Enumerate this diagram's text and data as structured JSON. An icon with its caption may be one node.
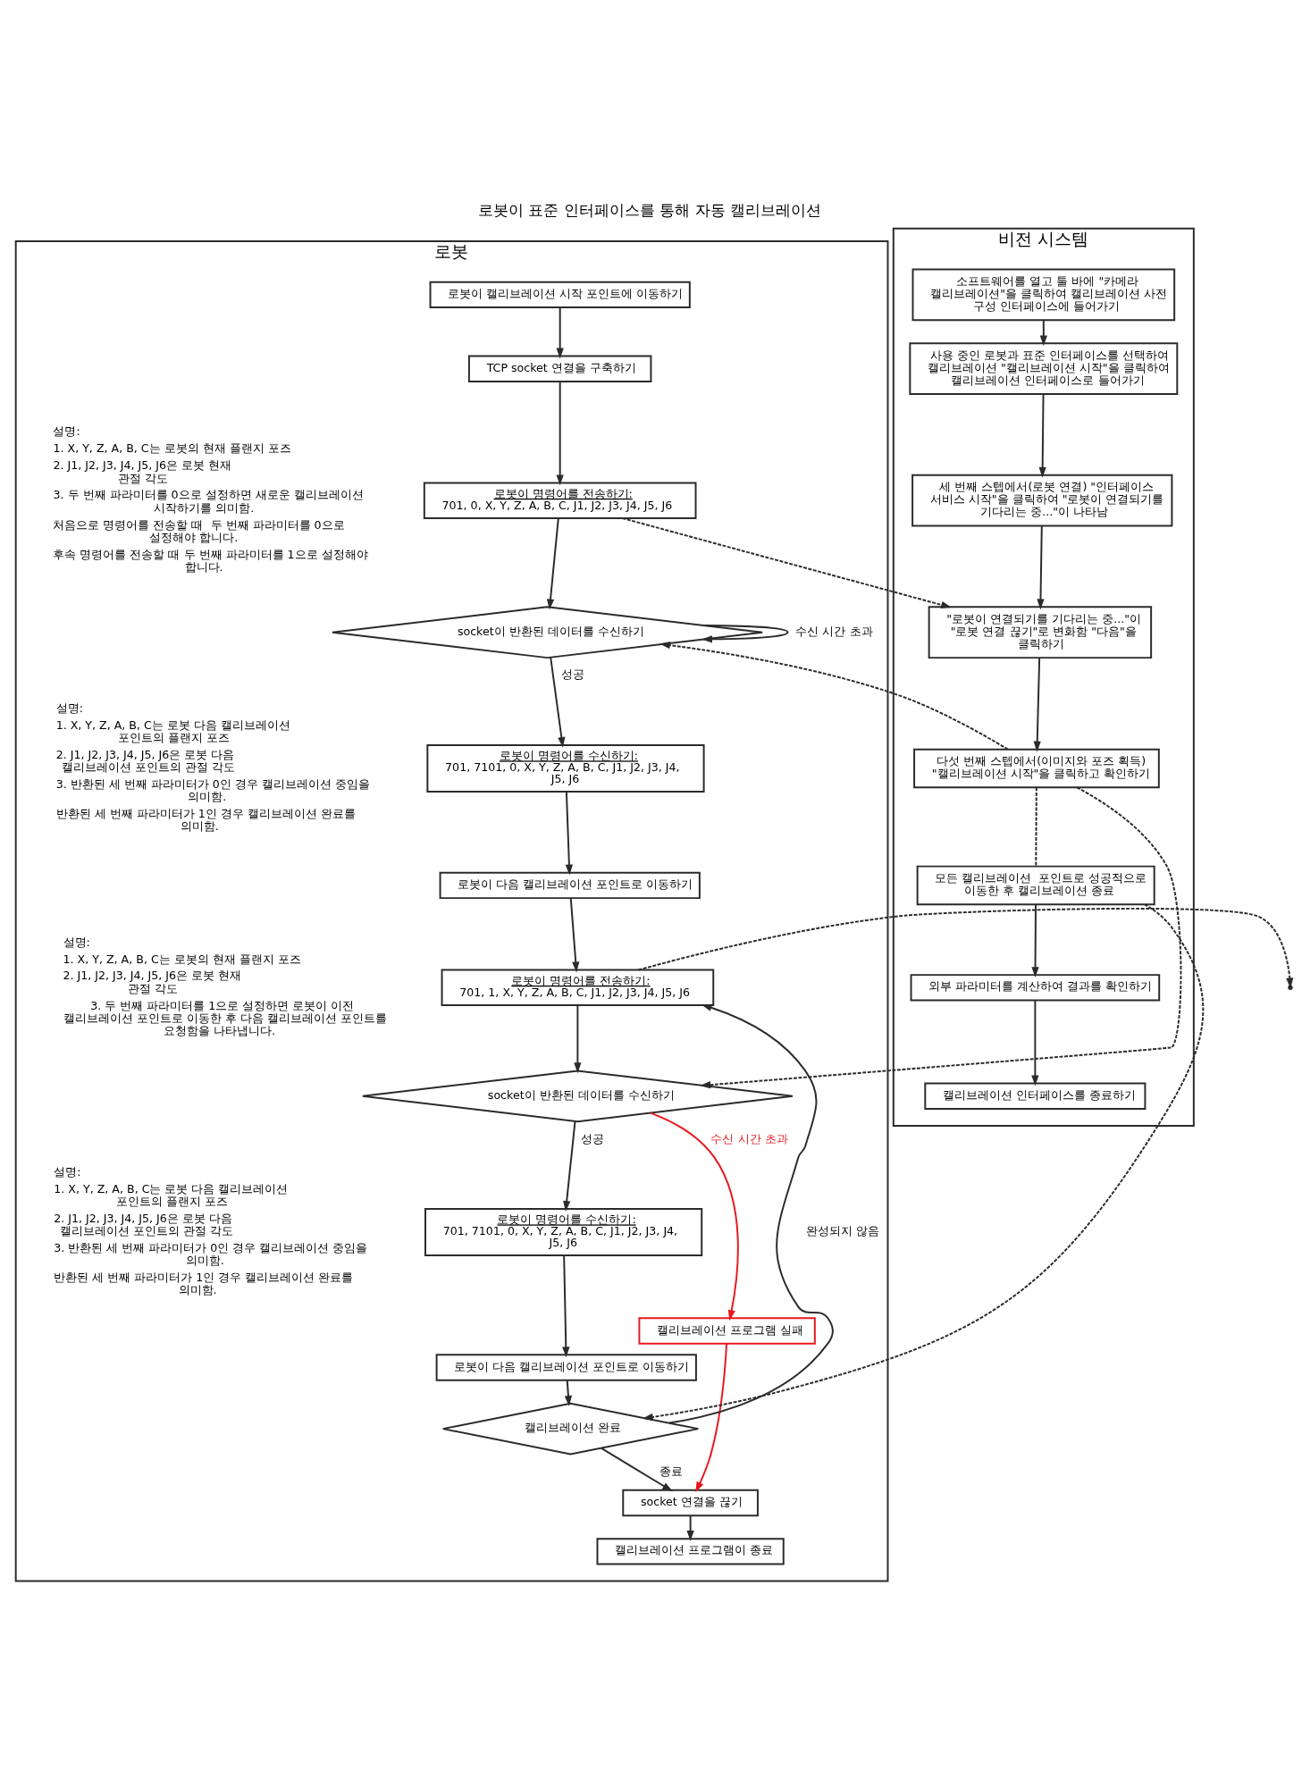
{
  "diagram": {
    "title": "로봇이 표준 인터페이스를 통해 자동 캘리브레이션",
    "nodes": [
      {
        "text": [
          "로봇"
        ]
      },
      {
        "text": [
          "비전 시스템"
        ]
      },
      {
        "text": [
          "로봇이 캘리브레이션 시작 포인트에 이동하기"
        ],
        "in": 0
      },
      {
        "text": [
          "TCP socket 연결을 구축하기"
        ],
        "in": 0
      },
      {
        "text": [
          "로봇이 명령어를 전송하기:",
          "701, 0, X, Y, Z, A, B, C, J1, J2, J3, J4, J5, J6"
        ],
        "in": 0
      },
      {
        "text": [
          "socket이 반환된 데이터를 수신하기"
        ],
        "in": 0
      },
      {
        "text": [
          "로봇이 명령어를 수신하기:",
          "701, 7101, 0, X, Y, Z, A, B, C, J1, J2, J3, J4, J5, J6"
        ],
        "in": 0
      },
      {
        "text": [
          "로봇이 다음 캘리브레이션 포인트로 이동하기"
        ],
        "in": 0
      },
      {
        "text": [
          "로봇이 명령어를 전송하기:",
          "701, 1, X, Y, Z, A, B, C, J1, J2, J3, J4, J5, J6"
        ],
        "in": 0
      },
      {
        "text": [
          "socket이 반환된 데이터를 수신하기"
        ],
        "in": 0
      },
      {
        "text": [
          "로봇이 명령어를 수신하기:",
          "701, 7101, 0, X, Y, Z, A, B, C, J1, J2, J3, J4, J5, J6"
        ],
        "in": 0
      },
      {
        "text": [
          "로봇이 다음 캘리브레이션 포인트로 이동하기"
        ],
        "in": 0
      },
      {
        "text": [
          "캘리브레이션 프로그램 실패"
        ],
        "in": 0
      },
      {
        "text": [
          "캘리브레이션 완료"
        ],
        "in": 0
      },
      {
        "text": [
          "socket 연결을 끊기"
        ],
        "in": 0
      },
      {
        "text": [
          "캘리브레이션 프로그램이 종료"
        ],
        "in": 0
      },
      {
        "text": [
          "소프트웨어를 열고 툴 바에 \"카메라 캘리브레이션\"을 클릭하여 캘리브레이션 사전 구성 인터페이스에 들어가기"
        ],
        "in": 1
      },
      {
        "text": [
          "사용 중인 로봇과 표준 인터페이스를 선택하여 캘리브레이션 \"캘리브레이션 시작\"을 클릭하여 캘리브레이션 인터페이스로 들어가기"
        ],
        "in": 1
      },
      {
        "text": [
          "세 번째 스텝에서(로봇 연결) \"인터페이스 서비스 시작\"을 클릭하여 \"로봇이 연결되기를 기다리는 중...\"이 나타남"
        ],
        "in": 1
      },
      {
        "text": [
          "\"로봇이 연결되기를 기다리는 중...\"이 \"로봇 연결 끊기\"로 변화함 \"다음\"을 클릭하기"
        ],
        "in": 1
      },
      {
        "text": [
          "다섯 번째 스텝에서(이미지와 포즈 획득) \"캘리브레이션 시작\"을 클릭하고 확인하기"
        ],
        "in": 1
      },
      {
        "text": [
          "모든 캘리브레이션  포인트로 성공적으로 이동한 후 캘리브레이션 종료"
        ],
        "in": 1
      },
      {
        "text": [
          "외부 파라미터를 계산하여 결과를 확인하기"
        ],
        "in": 1
      },
      {
        "text": [
          "캘리브레이션 인터페이스를 종료하기"
        ],
        "in": 1
      }
    ],
    "edges": [
      {
        "from": 2,
        "to": 3,
        "arrow": "to"
      },
      {
        "from": 3,
        "to": 4,
        "arrow": "to"
      },
      {
        "from": 4,
        "to": 5,
        "arrow": "to"
      },
      {
        "from": 5,
        "to": 5,
        "arrow": "to",
        "label": "수신 시간 초과"
      },
      {
        "from": 5,
        "to": 6,
        "arrow": "to",
        "label": "성공"
      },
      {
        "from": 6,
        "to": 7,
        "arrow": "to"
      },
      {
        "from": 7,
        "to": 8,
        "arrow": "to"
      },
      {
        "from": 8,
        "to": 9,
        "arrow": "to"
      },
      {
        "from": 9,
        "to": 10,
        "arrow": "to",
        "label": "성공"
      },
      {
        "from": 9,
        "to": 12,
        "arrow": "to",
        "label": "수신 시간 초과",
        "color": "#e8191f"
      },
      {
        "from": 10,
        "to": 11,
        "arrow": "to"
      },
      {
        "from": 11,
        "to": 13,
        "arrow": "to"
      },
      {
        "from": 13,
        "to": 8,
        "arrow": "to",
        "label": "완성되지 않음"
      },
      {
        "from": 13,
        "to": 14,
        "arrow": "to",
        "label": "종료"
      },
      {
        "from": 12,
        "to": 14,
        "arrow": "to",
        "color": "#e8191f"
      },
      {
        "from": 14,
        "to": 15,
        "arrow": "to"
      },
      {
        "from": 16,
        "to": 17,
        "arrow": "to"
      },
      {
        "from": 17,
        "to": 18,
        "arrow": "to"
      },
      {
        "from": 18,
        "to": 19,
        "arrow": "to"
      },
      {
        "from": 19,
        "to": 20,
        "arrow": "to"
      },
      {
        "from": 4,
        "to": 19,
        "arrow": "to",
        "style": "dashed"
      },
      {
        "from": 20,
        "to": 21,
        "arrow": "none",
        "style": "dashed"
      },
      {
        "from": 20,
        "to": 5,
        "arrow": "to",
        "style": "dashed"
      },
      {
        "from": 8,
        "to": null,
        "arrow": "to",
        "style": "dashed"
      },
      {
        "from": 20,
        "to": 9,
        "arrow": "to",
        "style": "dashed"
      },
      {
        "from": 21,
        "to": 13,
        "arrow": "to",
        "style": "dashed"
      },
      {
        "from": 21,
        "to": 22,
        "arrow": "to"
      },
      {
        "from": 22,
        "to": 23,
        "arrow": "to"
      }
    ],
    "labels": [
      "설명:",
      "1. X, Y, Z, A, B, C는 로봇의 현재 플랜지 포즈",
      "2. J1, J2, J3, J4, J5, J6은 로봇 현재 관절 각도",
      "3. 두 번째 파라미터를 0으로 설정하면 새로운 캘리브레이션 시작하기를 의미함.",
      "처음으로 명령어를 전송할 때  두 번째 파라미터를 0으로 설정해야 합니다.",
      "후속 명령어를 전송할 때 두 번째 파라미터를 1으로 설정해야 합니다.",
      "설명:",
      "1. X, Y, Z, A, B, C는 로봇 다음 캘리브레이션 포인트의 플랜지 포즈",
      "2. J1, J2, J3, J4, J5, J6은 로봇 다음 캘리브레이션 포인트의 관절 각도",
      "3. 반환된 세 번째 파라미터가 0인 경우 캘리브레이션 중임을 의미함.",
      "반환된 세 번째 파라미터가 1인 경우 캘리브레이션 완료를 의미함.",
      "설명:",
      "1. X, Y, Z, A, B, C는 로봇의 현재 플랜지 포즈",
      "2. J1, J2, J3, J4, J5, J6은 로봇 현재 관절 각도",
      "3. 두 번째 파라미터를 1으로 설정하면 로봇이 이전 캘리브레이션 포인트로 이동한 후 다음 캘리브레이션 포인트를 요청함을 나타냅니다.",
      "설명:",
      "1. X, Y, Z, A, B, C는 로봇 다음 캘리브레이션 포인트의 플랜지 포즈",
      "2. J1, J2, J3, J4, J5, J6은 로봇 다음 캘리브레이션 포인트의 관절 각도",
      "3. 반환된 세 번째 파라미터가 0인 경우 캘리브레이션 중임을 의미함.",
      "반환된 세 번째 파라미터가 1인 경우 캘리브레이션 완료를 의미함."
    ]
  }
}
